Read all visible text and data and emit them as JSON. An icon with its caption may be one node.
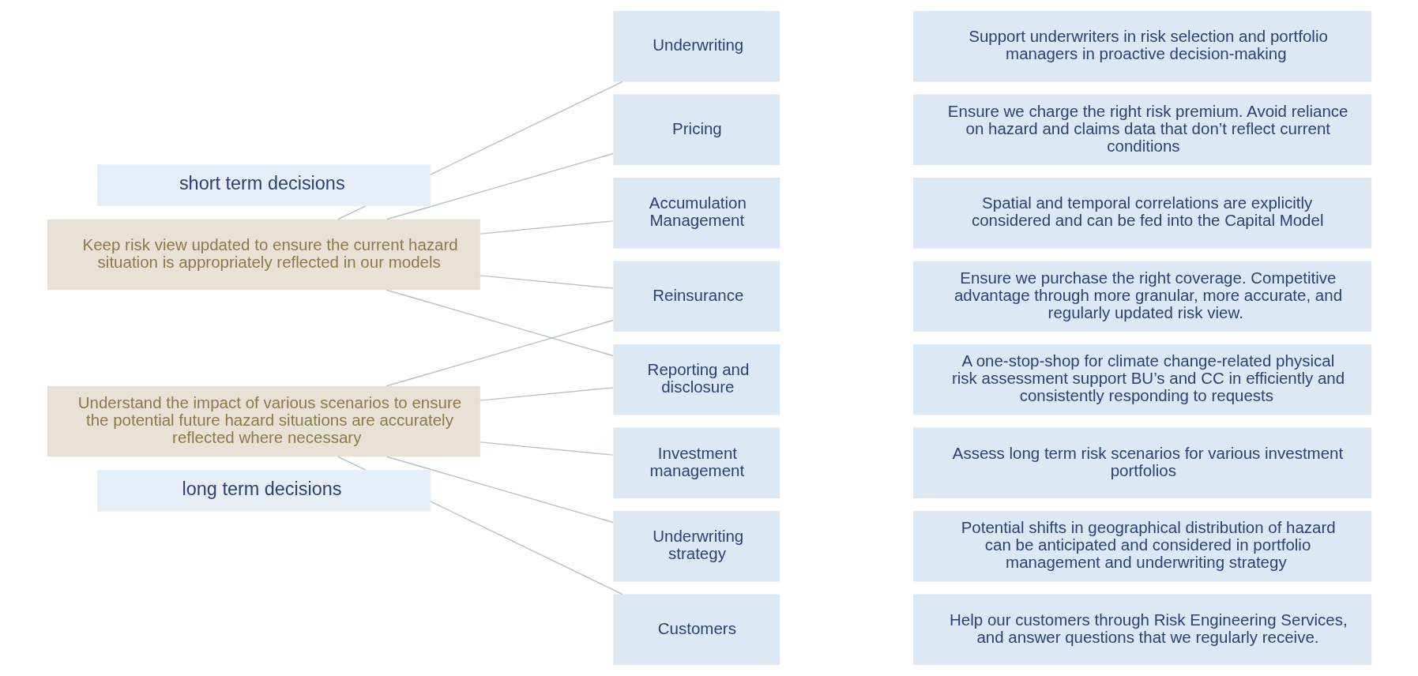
{
  "diagram": {
    "nodes": [
      {
        "text": [
          "Keep risk view updated to ensure the current hazard situation is appropriately reflected in our models"
        ]
      },
      {
        "text": [
          "Understand the impact of various scenarios to ensure the potential future hazard situations are accurately reflected where necessary"
        ]
      },
      {
        "text": [
          "Underwriting"
        ]
      },
      {
        "text": [
          "Support underwriters in risk selection and portfolio managers in proactive decision-making"
        ]
      },
      {
        "text": [
          "Pricing"
        ]
      },
      {
        "text": [
          "Ensure we charge the right risk premium. Avoid reliance on hazard and claims data that don’t reflect current conditions"
        ]
      },
      {
        "text": [
          "Accumulation Management"
        ]
      },
      {
        "text": [
          "Spatial and temporal correlations are explicitly considered and can be fed into the Capital Model"
        ]
      },
      {
        "text": [
          "Reinsurance"
        ]
      },
      {
        "text": [
          "Ensure we purchase the right coverage. Competitive advantage through more granular, more accurate, and regularly updated risk view."
        ]
      },
      {
        "text": [
          "Reporting and disclosure"
        ]
      },
      {
        "text": [
          "A one-stop-shop for climate change-related physical risk assessment support BU’s and CC in efficiently and consistently responding to requests"
        ]
      },
      {
        "text": [
          "Investment management"
        ]
      },
      {
        "text": [
          "Assess long term risk scenarios for various investment portfolios"
        ]
      },
      {
        "text": [
          "Underwriting strategy"
        ]
      },
      {
        "text": [
          "Potential shifts in geographical distribution of hazard can be anticipated and considered in portfolio management and underwriting strategy"
        ]
      },
      {
        "text": [
          "Customers"
        ]
      },
      {
        "text": [
          "Help our customers through Risk Engineering Services, and answer questions that we regularly receive."
        ]
      }
    ],
    "edges": [
      {
        "from": 0,
        "to": 2,
        "arrow": "none"
      },
      {
        "from": 0,
        "to": 4,
        "arrow": "none"
      },
      {
        "from": 0,
        "to": 6,
        "arrow": "none"
      },
      {
        "from": 0,
        "to": 8,
        "arrow": "none"
      },
      {
        "from": 0,
        "to": 10,
        "arrow": "none"
      },
      {
        "from": 1,
        "to": 8,
        "arrow": "none"
      },
      {
        "from": 1,
        "to": 10,
        "arrow": "none"
      },
      {
        "from": 1,
        "to": 12,
        "arrow": "none"
      },
      {
        "from": 1,
        "to": 14,
        "arrow": "none"
      },
      {
        "from": 1,
        "to": 16,
        "arrow": "none"
      }
    ],
    "labels": [
      "short term decisions",
      "long term decisions"
    ]
  }
}
